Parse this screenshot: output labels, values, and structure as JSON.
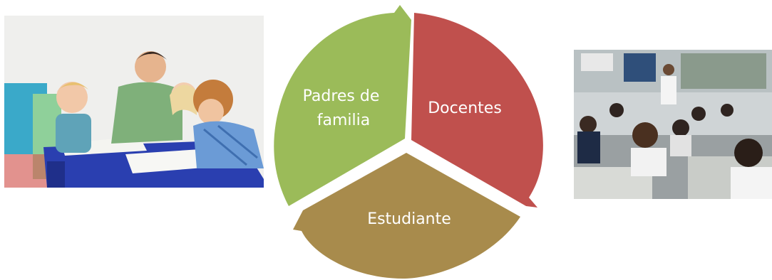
{
  "cycle": {
    "segments": [
      {
        "label_lines": [
          "Padres de",
          "familia"
        ],
        "color": "#9bbb59"
      },
      {
        "label_lines": [
          "Docentes"
        ],
        "color": "#c0504d"
      },
      {
        "label_lines": [
          "Estudiante"
        ],
        "color": "#a88b4c"
      }
    ]
  },
  "photos": [
    {
      "subject": "parent-and-children-coloring-photo"
    },
    {
      "subject": "classroom-students-photo"
    }
  ]
}
